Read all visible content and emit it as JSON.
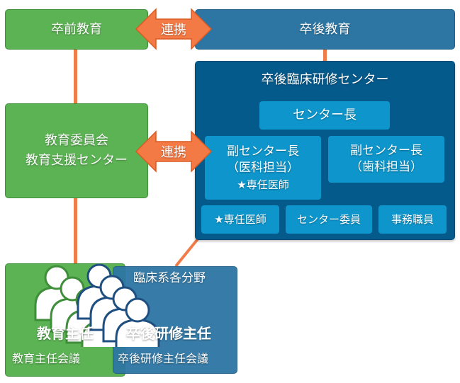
{
  "top": {
    "undergrad": "卒前教育",
    "postgrad": "卒後教育",
    "link_label": "連携"
  },
  "committee": {
    "line1": "教育委員会",
    "line2": "教育支援センター",
    "link_label": "連携"
  },
  "center": {
    "title": "卒後臨床研修センター",
    "director": "センター長",
    "vice_medical": {
      "line1": "副センター長",
      "line2": "（医科担当）",
      "line3": "★専任医師"
    },
    "vice_dental": {
      "line1": "副センター長",
      "line2": "（歯科担当）"
    },
    "staff": [
      "★専任医師",
      "センター委員",
      "事務職員"
    ]
  },
  "bottom": {
    "left_role": "教育主任",
    "left_meeting": "教育主任会議",
    "right_header": "臨床系各分野",
    "right_role": "卒後研修主任",
    "right_meeting": "卒後研修主任会議"
  },
  "colors": {
    "green": "#5cb354",
    "blue": "#2d76a4",
    "navy": "#055a8c",
    "cyan": "#0e96cc",
    "connector": "#f07c4a"
  }
}
